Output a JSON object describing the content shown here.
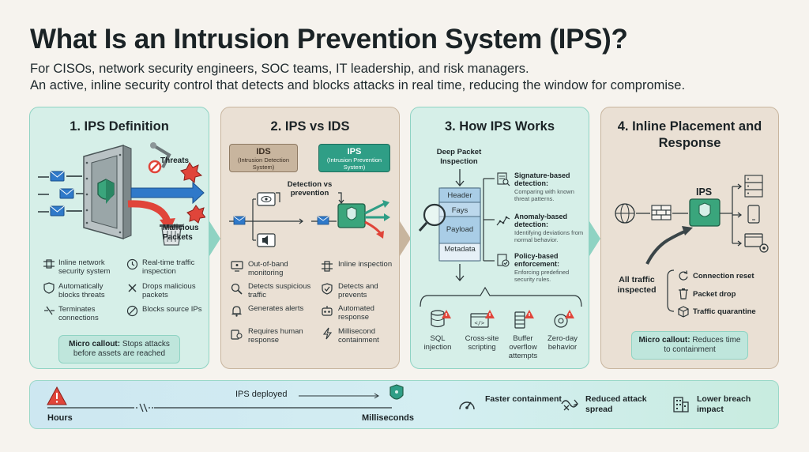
{
  "header": {
    "title": "What Is an Intrusion Prevention System (IPS)?",
    "audience": "For CISOs, network security engineers, SOC teams, IT leadership, and risk managers.",
    "summary": "An active, inline security control that detects and blocks attacks in real time, reducing the window for compromise."
  },
  "colors": {
    "teal": "#2f9e86",
    "tan": "#c8b59e",
    "red": "#e0453a",
    "blue": "#2f79c9",
    "panel_green": "#d6efe8",
    "panel_tan": "#eae0d4"
  },
  "p1": {
    "title": "1. IPS Definition",
    "threats": "Threats",
    "malicious": "Malicious Packets",
    "features": [
      {
        "icon": "network-inline-icon",
        "text": "Inline network security system"
      },
      {
        "icon": "clock-icon",
        "text": "Real-time traffic inspection"
      },
      {
        "icon": "shield-icon",
        "text": "Automatically blocks threats"
      },
      {
        "icon": "x-icon",
        "text": "Drops malicious packets"
      },
      {
        "icon": "terminate-icon",
        "text": "Terminates connections"
      },
      {
        "icon": "block-icon",
        "text": "Blocks source IPs"
      }
    ],
    "callout_label": "Micro callout:",
    "callout_text": "Stops attacks before assets are reached"
  },
  "p2": {
    "title": "2. IPS vs IDS",
    "ids_label": "IDS",
    "ids_sub": "(Intrusion Detection System)",
    "ips_label": "IPS",
    "ips_sub": "(Intrusion Prevention System)",
    "detect_note": "Detection vs prevention",
    "ids_items": [
      {
        "icon": "monitor-icon",
        "text": "Out-of-band monitoring"
      },
      {
        "icon": "magnifier-icon",
        "text": "Detects suspicious traffic"
      },
      {
        "icon": "alert-bell-icon",
        "text": "Generates alerts"
      },
      {
        "icon": "human-icon",
        "text": "Requires human response"
      }
    ],
    "ips_items": [
      {
        "icon": "inline-icon",
        "text": "Inline inspection"
      },
      {
        "icon": "shield-check-icon",
        "text": "Detects and prevents"
      },
      {
        "icon": "robot-icon",
        "text": "Automated response"
      },
      {
        "icon": "lightning-icon",
        "text": "Millisecond containment"
      }
    ]
  },
  "p3": {
    "title": "3. How IPS Works",
    "dpi": "Deep Packet Inspection",
    "packet": [
      "Header",
      "Fays",
      "Payload",
      "Metadata"
    ],
    "methods": [
      {
        "title": "Signature-based detection:",
        "desc": "Comparing with known threat patterns."
      },
      {
        "title": "Anomaly-based detection:",
        "desc": "Identifying deviations from normal behavior."
      },
      {
        "title": "Policy-based enforcement:",
        "desc": "Enforcing predefined security rules."
      }
    ],
    "attacks": [
      "SQL injection",
      "Cross-site scripting",
      "Buffer overflow attempts",
      "Zero-day behavior"
    ]
  },
  "p4": {
    "title": "4. Inline Placement and Response",
    "ips": "IPS",
    "all_traffic": "All traffic inspected",
    "actions": [
      "Connection reset",
      "Packet drop",
      "Traffic quarantine"
    ],
    "callout_label": "Micro callout:",
    "callout_text": "Reduces time to containment"
  },
  "bottom": {
    "deployed": "IPS deployed",
    "hours": "Hours",
    "milliseconds": "Milliseconds",
    "benefits": [
      "Faster containment",
      "Reduced attack spread",
      "Lower breach impact"
    ]
  }
}
